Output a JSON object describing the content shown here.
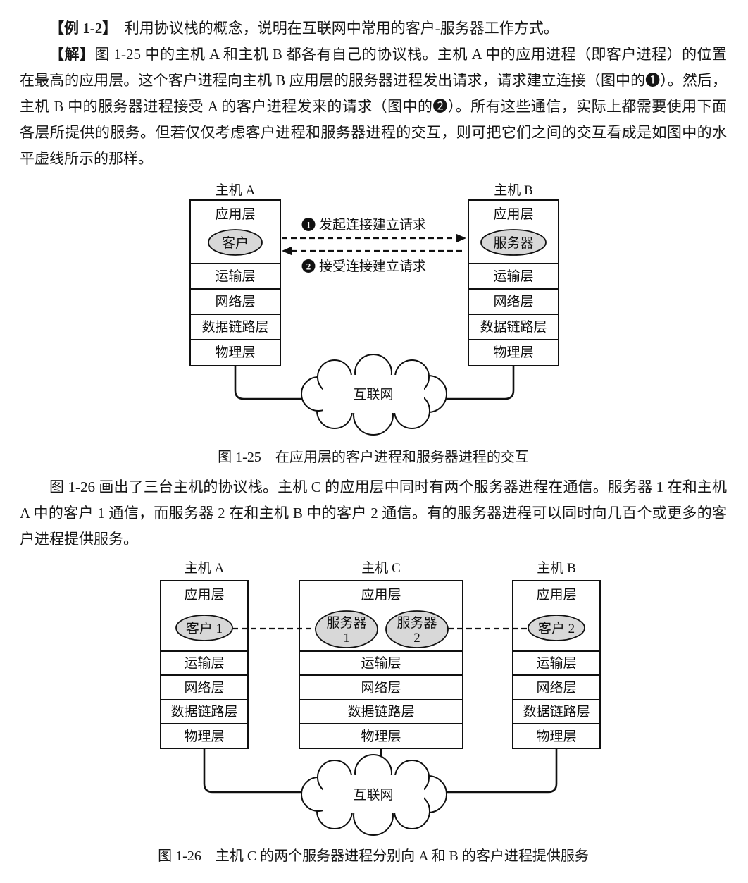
{
  "text": {
    "p1_tag": "【例 1-2】",
    "p1_body": "　利用协议栈的概念，说明在互联网中常用的客户-服务器工作方式。",
    "p2_tag": "【解】",
    "p2_body": "图 1-25 中的主机 A 和主机 B 都各有自己的协议栈。主机 A 中的应用进程（即客户进程）的位置在最高的应用层。这个客户进程向主机 B 应用层的服务器进程发出请求，请求建立连接（图中的❶）。然后，主机 B 中的服务器进程接受 A 的客户进程发来的请求（图中的❷）。所有这些通信，实际上都需要使用下面各层所提供的服务。但若仅仅考虑客户进程和服务器进程的交互，则可把它们之间的交互看成是如图中的水平虚线所示的那样。",
    "p3_body": "图 1-26 画出了三台主机的协议栈。主机 C 的应用层中同时有两个服务器进程在通信。服务器 1 在和主机 A 中的客户 1 通信，而服务器 2 在和主机 B 中的客户 2 通信。有的服务器进程可以同时向几百个或更多的客户进程提供服务。"
  },
  "fig25": {
    "hostA": "主机 A",
    "hostB": "主机 B",
    "layers": [
      "应用层",
      "运输层",
      "网络层",
      "数据链路层",
      "物理层"
    ],
    "client": "客户",
    "server": "服务器",
    "arrow1_num": "1",
    "arrow1_label": "发起连接建立请求",
    "arrow2_num": "2",
    "arrow2_label": "接受连接建立请求",
    "cloud": "互联网",
    "caption": "图 1-25　在应用层的客户进程和服务器进程的交互"
  },
  "fig26": {
    "hostA": "主机 A",
    "hostC": "主机 C",
    "hostB": "主机 B",
    "layers": [
      "应用层",
      "运输层",
      "网络层",
      "数据链路层",
      "物理层"
    ],
    "client1": "客户 1",
    "client2": "客户 2",
    "server1_line1": "服务器",
    "server1_line2": "1",
    "server2_line1": "服务器",
    "server2_line2": "2",
    "cloud": "互联网",
    "caption": "图 1-26　主机 C 的两个服务器进程分别向 A 和 B 的客户进程提供服务"
  },
  "colors": {
    "paper": "#ffffff",
    "ink": "#101010",
    "process_ellipse_fill": "#d8d8d8"
  }
}
